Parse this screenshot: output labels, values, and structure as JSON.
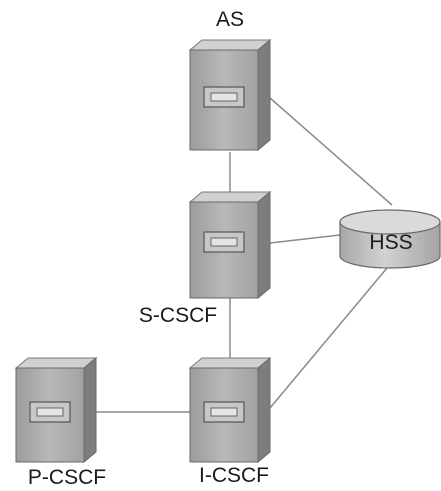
{
  "diagram": {
    "nodes": [
      {
        "id": "as",
        "label": "AS",
        "kind": "server"
      },
      {
        "id": "scscf",
        "label": "S-CSCF",
        "kind": "server"
      },
      {
        "id": "icscf",
        "label": "I-CSCF",
        "kind": "server"
      },
      {
        "id": "pcscf",
        "label": "P-CSCF",
        "kind": "server"
      },
      {
        "id": "hss",
        "label": "HSS",
        "kind": "database"
      }
    ],
    "links": [
      [
        "as",
        "scscf"
      ],
      [
        "scscf",
        "icscf"
      ],
      [
        "pcscf",
        "icscf"
      ],
      [
        "as",
        "hss"
      ],
      [
        "scscf",
        "hss"
      ],
      [
        "icscf",
        "hss"
      ]
    ],
    "colors": {
      "line": "#8a8a8a",
      "server_front": "#a9a9a9",
      "server_side": "#7d7d7d",
      "server_top": "#cfcfcf",
      "db_body": "#bdbdbd",
      "db_top": "#d9d9d9"
    }
  }
}
